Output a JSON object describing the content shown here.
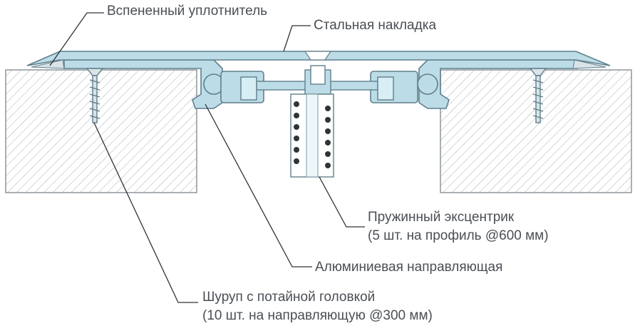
{
  "labels": {
    "foam_seal": "Вспененный уплотнитель",
    "steel_cover": "Стальная накладка",
    "spring_eccentric_line1": "Пружинный эксцентрик",
    "spring_eccentric_line2": "(5 шт. на профиль @600 мм)",
    "aluminum_guide": "Алюминиевая направляющая",
    "screw_line1": "Шуруп с потайной головкой",
    "screw_line2": "(10 шт. на направляющую @300 мм)"
  },
  "colors": {
    "profile_fill": "#bcdde8",
    "profile_stroke": "#5f7f8a",
    "concrete_hatch": "#9aa3a8",
    "leader": "#2e3338",
    "text": "#4a4f55"
  }
}
